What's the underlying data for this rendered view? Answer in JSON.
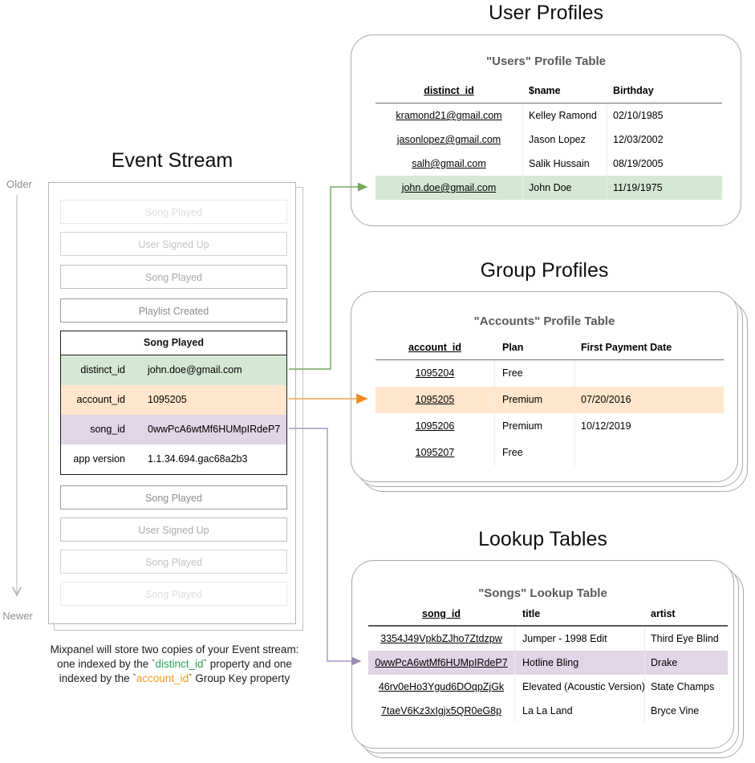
{
  "titles": {
    "event_stream": "Event Stream",
    "user_profiles": "User Profiles",
    "group_profiles": "Group Profiles",
    "lookup_tables": "Lookup Tables"
  },
  "axis": {
    "older": "Older",
    "newer": "Newer"
  },
  "event_stream": {
    "events_before": [
      "Song Played",
      "User Signed Up",
      "Song Played",
      "Playlist Created"
    ],
    "active_event": {
      "name": "Song Played",
      "properties": [
        {
          "key": "distinct_id",
          "value": "john.doe@gmail.com",
          "highlight": "green"
        },
        {
          "key": "account_id",
          "value": "1095205",
          "highlight": "orange"
        },
        {
          "key": "song_id",
          "value": "0wwPcA6wtMf6HUMpIRdeP7",
          "highlight": "purple"
        },
        {
          "key": "app version",
          "value": "1.1.34.694.gac68a2b3",
          "highlight": "none"
        }
      ]
    },
    "events_after": [
      "Song Played",
      "User Signed Up",
      "Song Played",
      "Song Played"
    ]
  },
  "caption": {
    "line1": "Mixpanel will store two copies of your Event stream:",
    "line2_pre": "one indexed by the `",
    "line2_code": "distinct_id",
    "line2_post": "` property and one",
    "line3_pre": "indexed by the `",
    "line3_code": "account_id",
    "line3_post": "` Group Key property"
  },
  "user_table": {
    "title": "\"Users\" Profile Table",
    "headers": [
      "distinct_id",
      "$name",
      "Birthday"
    ],
    "rows": [
      {
        "id": "kramond21@gmail.com",
        "name": "Kelley Ramond",
        "birthday": "02/10/1985"
      },
      {
        "id": "jasonlopez@gmail.com",
        "name": "Jason Lopez",
        "birthday": "12/03/2002"
      },
      {
        "id": "salh@gmail.com",
        "name": "Salik Hussain",
        "birthday": "08/19/2005"
      },
      {
        "id": "john.doe@gmail.com",
        "name": "John Doe",
        "birthday": "11/19/1975"
      }
    ]
  },
  "group_table": {
    "title": "\"Accounts\" Profile Table",
    "headers": [
      "account_id",
      "Plan",
      "First Payment Date"
    ],
    "rows": [
      {
        "id": "1095204",
        "plan": "Free",
        "first_payment": ""
      },
      {
        "id": "1095205",
        "plan": "Premium",
        "first_payment": "07/20/2016"
      },
      {
        "id": "1095206",
        "plan": "Premium",
        "first_payment": "10/12/2019"
      },
      {
        "id": "1095207",
        "plan": "Free",
        "first_payment": ""
      }
    ]
  },
  "lookup_table": {
    "title": "\"Songs\" Lookup Table",
    "headers": [
      "song_id",
      "title",
      "artist"
    ],
    "rows": [
      {
        "id": "3354J49VpkbZJho7Ztdzpw",
        "title": "Jumper - 1998 Edit",
        "artist": "Third Eye Blind"
      },
      {
        "id": "0wwPcA6wtMf6HUMpIRdeP7",
        "title": "Hotline Bling",
        "artist": "Drake"
      },
      {
        "id": "46rv0eHo3Ygud6DOqpZjGk",
        "title": "Elevated (Acoustic Version)",
        "artist": "State Champs"
      },
      {
        "id": "7taeV6Kz3xIgjx5QR0eG8p",
        "title": "La La Land",
        "artist": "Bryce Vine"
      }
    ]
  },
  "colors": {
    "green_fill": "#d5e8d4",
    "orange_fill": "#ffe6cc",
    "purple_fill": "#e1d5e7",
    "green_line": "#76a85c",
    "orange_line": "#f0a144",
    "purple_line": "#a796bd",
    "caption_green": "#27a353",
    "caption_orange": "#f59a23"
  }
}
